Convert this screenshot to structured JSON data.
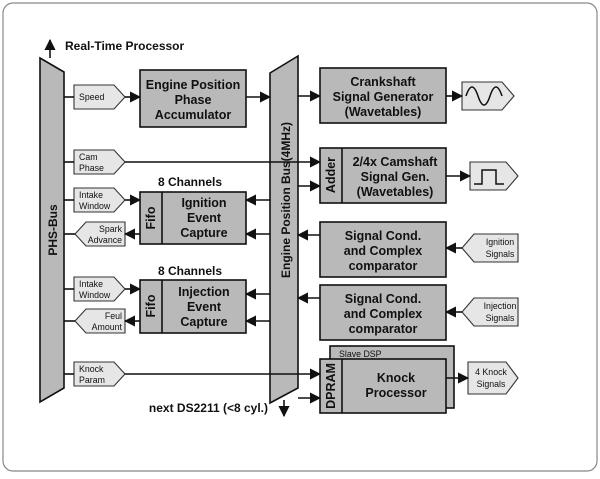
{
  "header": {
    "processor_label": "Real-Time Processor"
  },
  "buses": {
    "phs": "PHS-Bus",
    "engine_position": "Engine Position Bus(4MHz)"
  },
  "channels": {
    "ignition": "8 Channels",
    "injection": "8 Channels"
  },
  "blocks": {
    "engine_position_phase_accumulator": [
      "Engine Position",
      "Phase",
      "Accumulator"
    ],
    "crankshaft_signal_generator": [
      "Crankshaft",
      "Signal Generator",
      "(Wavetables)"
    ],
    "camshaft_signal_generator": [
      "2/4x Camshaft",
      "Signal Gen.",
      "(Wavetables)"
    ],
    "ignition_event_capture": [
      "Ignition",
      "Event",
      "Capture"
    ],
    "injection_event_capture": [
      "Injection",
      "Event",
      "Capture"
    ],
    "signal_cond_ignition": [
      "Signal Cond.",
      "and Complex",
      "comparator"
    ],
    "signal_cond_injection": [
      "Signal Cond.",
      "and Complex",
      "comparator"
    ],
    "knock_processor": [
      "Knock",
      "Processor"
    ],
    "adder": "Adder",
    "fifo_ignition": "Fifo",
    "fifo_injection": "Fifo",
    "dpram": "DPRAM",
    "slave_dsp": "Slave DSP"
  },
  "signals": {
    "speed": [
      "Speed"
    ],
    "cam_phase": [
      "Cam",
      "Phase"
    ],
    "intake_window_ignition": [
      "Intake",
      "Window"
    ],
    "spark_advance": [
      "Spark",
      "Advance"
    ],
    "intake_window_injection": [
      "Intake",
      "Window"
    ],
    "fuel_amount": [
      "Feul",
      "Amount"
    ],
    "knock_param": [
      "Knock",
      "Param"
    ],
    "ignition_signals": [
      "Ignition",
      "Signals"
    ],
    "injection_signals": [
      "Injection",
      "Signals"
    ],
    "knock_signals": [
      "4 Knock",
      "Signals"
    ]
  },
  "footer": {
    "next_label": "next DS2211 (<8 cyl.)"
  }
}
